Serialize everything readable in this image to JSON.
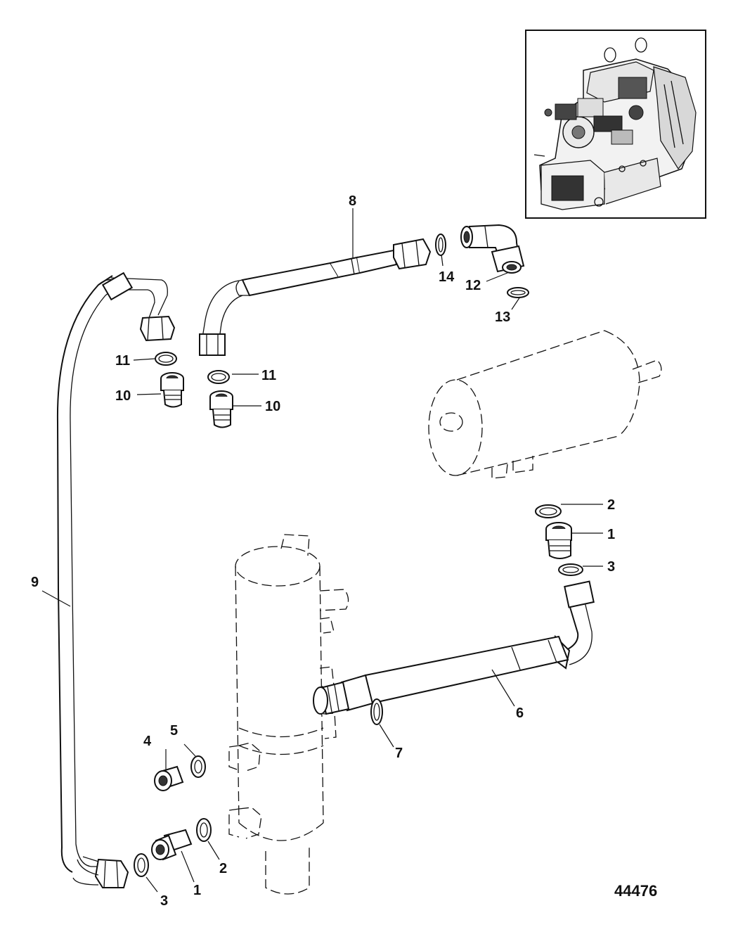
{
  "figure_number": "44476",
  "callouts": {
    "c1a": "1",
    "c1b": "1",
    "c2a": "2",
    "c2b": "2",
    "c3a": "3",
    "c3b": "3",
    "c4": "4",
    "c5": "5",
    "c6": "6",
    "c7": "7",
    "c8": "8",
    "c9": "9",
    "c10a": "10",
    "c10b": "10",
    "c11a": "11",
    "c11b": "11",
    "c12": "12",
    "c13": "13",
    "c14": "14"
  }
}
